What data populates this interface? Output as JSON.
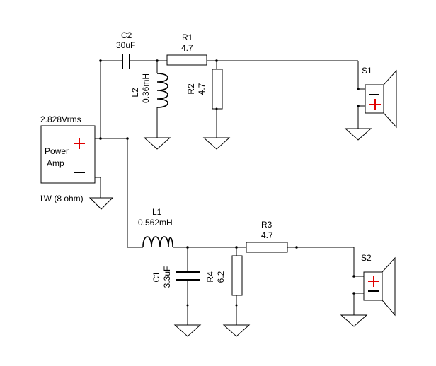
{
  "amp": {
    "voltage": "2.828Vrms",
    "name_line1": "Power",
    "name_line2": "Amp",
    "rating": "1W (8 ohm)"
  },
  "components": {
    "c2": {
      "ref": "C2",
      "value": "30uF"
    },
    "r1": {
      "ref": "R1",
      "value": "4.7"
    },
    "l2": {
      "ref": "L2",
      "value": "0.36mH"
    },
    "r2": {
      "ref": "R2",
      "value": "4.7"
    },
    "l1": {
      "ref": "L1",
      "value": "0.562mH"
    },
    "r3": {
      "ref": "R3",
      "value": "4.7"
    },
    "c1": {
      "ref": "C1",
      "value": "3.3uF"
    },
    "r4": {
      "ref": "R4",
      "value": "6.2"
    }
  },
  "speakers": {
    "s1": {
      "ref": "S1"
    },
    "s2": {
      "ref": "S2"
    }
  },
  "colors": {
    "wire": "#000000",
    "plus_sign": "#e00000",
    "background": "#ffffff"
  }
}
